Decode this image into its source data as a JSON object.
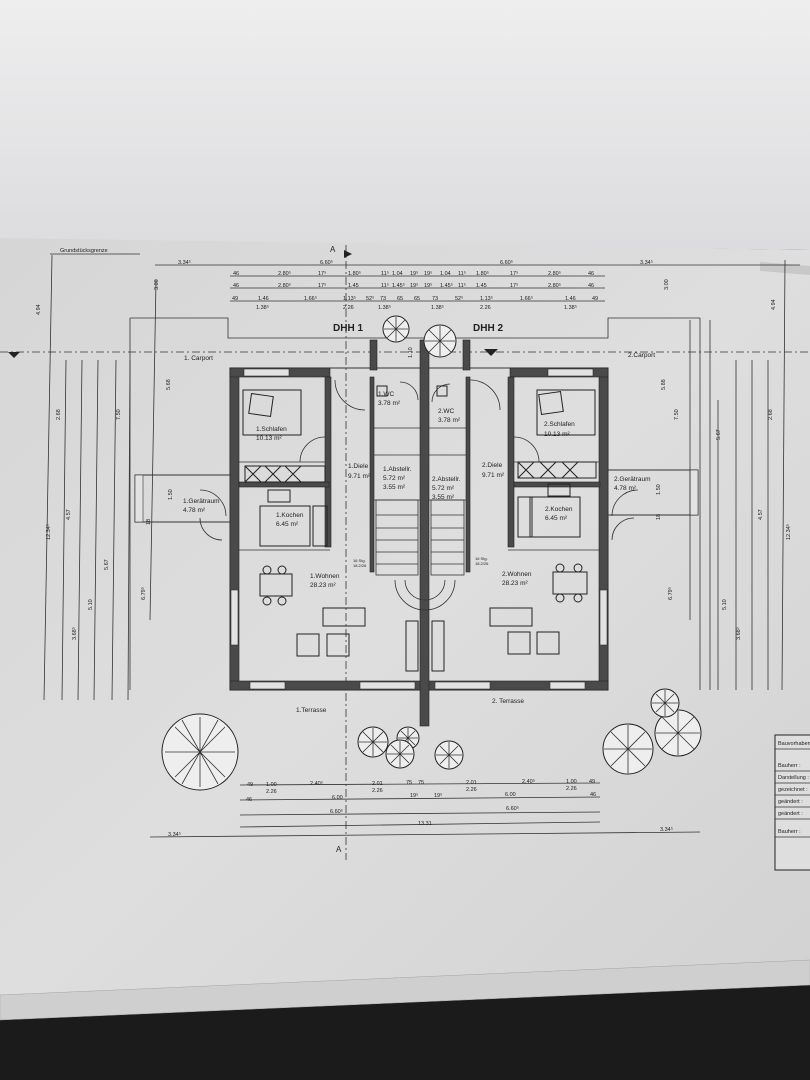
{
  "site": {
    "boundary_label": "Grundstücksgrenze",
    "section_marker": "A",
    "houses": [
      "DHH 1",
      "DHH 2"
    ]
  },
  "rooms": [
    {
      "name": "1. Carport"
    },
    {
      "name": "2.Carport"
    },
    {
      "name": "1.Schlafen",
      "area": "10.13 m²"
    },
    {
      "name": "2.Schlafen",
      "area": "10.13 m²"
    },
    {
      "name": "1.WC",
      "area": "3.78 m²"
    },
    {
      "name": "2.WC",
      "area": "3.78 m²"
    },
    {
      "name": "1.Diele",
      "area": "9.71 m²"
    },
    {
      "name": "2.Diele",
      "area": "9.71 m²"
    },
    {
      "name": "1.Abstellr.",
      "area": "5.72 m²",
      "area2": "3.55 m²"
    },
    {
      "name": "2.Abstellr.",
      "area": "5.72 m²",
      "area2": "3.55 m²"
    },
    {
      "name": "1.Gerätraum",
      "area": "4.78 m²"
    },
    {
      "name": "2.Gerätraum",
      "area": "4.78 m²"
    },
    {
      "name": "1.Kochen",
      "area": "6.45 m²"
    },
    {
      "name": "2.Kochen",
      "area": "6.45 m²"
    },
    {
      "name": "1.Wohnen",
      "area": "28.23 m²"
    },
    {
      "name": "2.Wohnen",
      "area": "28.23 m²"
    },
    {
      "name": "1.Terrasse"
    },
    {
      "name": "2. Terrasse"
    }
  ],
  "stairs": {
    "label": "16 Stg.",
    "rise": "18.2/26"
  },
  "entry_depth": "1.10",
  "dimensions": {
    "top_overall": [
      "3.34⁵",
      "6.60⁵",
      "6.60⁵",
      "3.34⁵"
    ],
    "top_row1": [
      "46",
      "2.80⁵",
      "17⁵",
      "1.80⁵",
      "11⁵",
      "1.04",
      "19⁵",
      "19⁵",
      "1.04",
      "11⁵",
      "1.80⁵",
      "17⁵",
      "2.80⁵",
      "46"
    ],
    "top_row2": [
      "46",
      "2.80⁵",
      "17⁵",
      "1.45",
      "11⁵",
      "1.45⁵",
      "19⁵",
      "19⁵",
      "1.45⁵",
      "11⁵",
      "1.45",
      "17⁵",
      "2.80⁵",
      "46"
    ],
    "top_row3": [
      "49",
      "1.46",
      "1.38⁵",
      "1.66⁵",
      "1.13⁵",
      "2.26",
      "52⁵",
      "73",
      "1.38⁵",
      "65",
      "65",
      "73",
      "1.38⁵",
      "52⁵",
      "1.13⁵",
      "2.26",
      "1.66⁵",
      "1.46",
      "1.38⁵",
      "49"
    ],
    "bottom_row1": [
      "49",
      "1.00",
      "2.26",
      "2.40⁵",
      "2.01",
      "2.26",
      "75",
      "75",
      "2.01",
      "2.26",
      "2.40⁵",
      "1.00",
      "2.26",
      "49"
    ],
    "bottom_row2": [
      "46",
      "6.00",
      "19⁵",
      "19⁵",
      "6.00",
      "46"
    ],
    "bottom_row3": [
      "6.60⁵",
      "6.60⁵"
    ],
    "bottom_total": "13.31",
    "bottom_outer": [
      "3.34⁵",
      "3.34⁵"
    ],
    "left_side": [
      "4.94",
      "12.34⁵",
      "2.68",
      "4.57",
      "3.68⁵",
      "5.10",
      "5.67",
      "7.50",
      "5.68",
      "3.00",
      "6.79⁵",
      "1.50",
      "18"
    ],
    "right_side": [
      "4.94",
      "12.34⁵",
      "2.68",
      "4.57",
      "3.68⁵",
      "5.10",
      "5.67",
      "7.50",
      "5.88",
      "3.00",
      "6.79⁵",
      "1.50",
      "18"
    ]
  },
  "title_block": [
    "Bauvorhaben",
    "Bauherr :",
    "Darstellung :",
    "gezeichnet :",
    "geändert :",
    "geändert :",
    "Bauherr :"
  ],
  "colors": {
    "paper": "#dcdcdc",
    "background_top": "#e8e8ea",
    "table": "#1b1b1c",
    "ink": "#222222"
  }
}
